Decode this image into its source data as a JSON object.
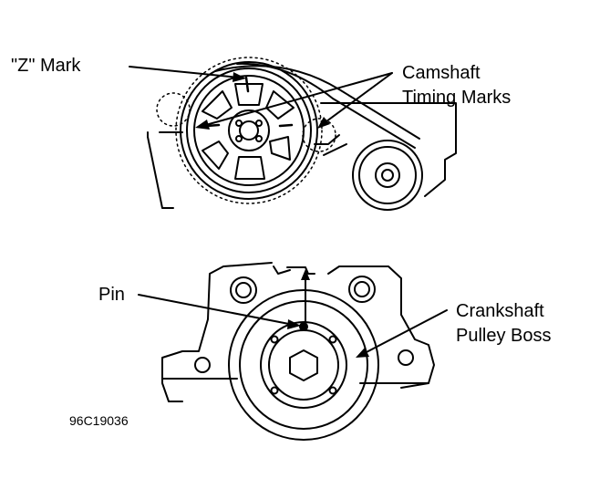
{
  "labels": {
    "z_mark": "\"Z\" Mark",
    "camshaft_line1": "Camshaft",
    "camshaft_line2": "Timing Marks",
    "pin": "Pin",
    "crank_line1": "Crankshaft",
    "crank_line2": "Pulley Boss",
    "figure_code": "96C19036"
  },
  "colors": {
    "ink": "#000000",
    "paper": "#ffffff"
  }
}
